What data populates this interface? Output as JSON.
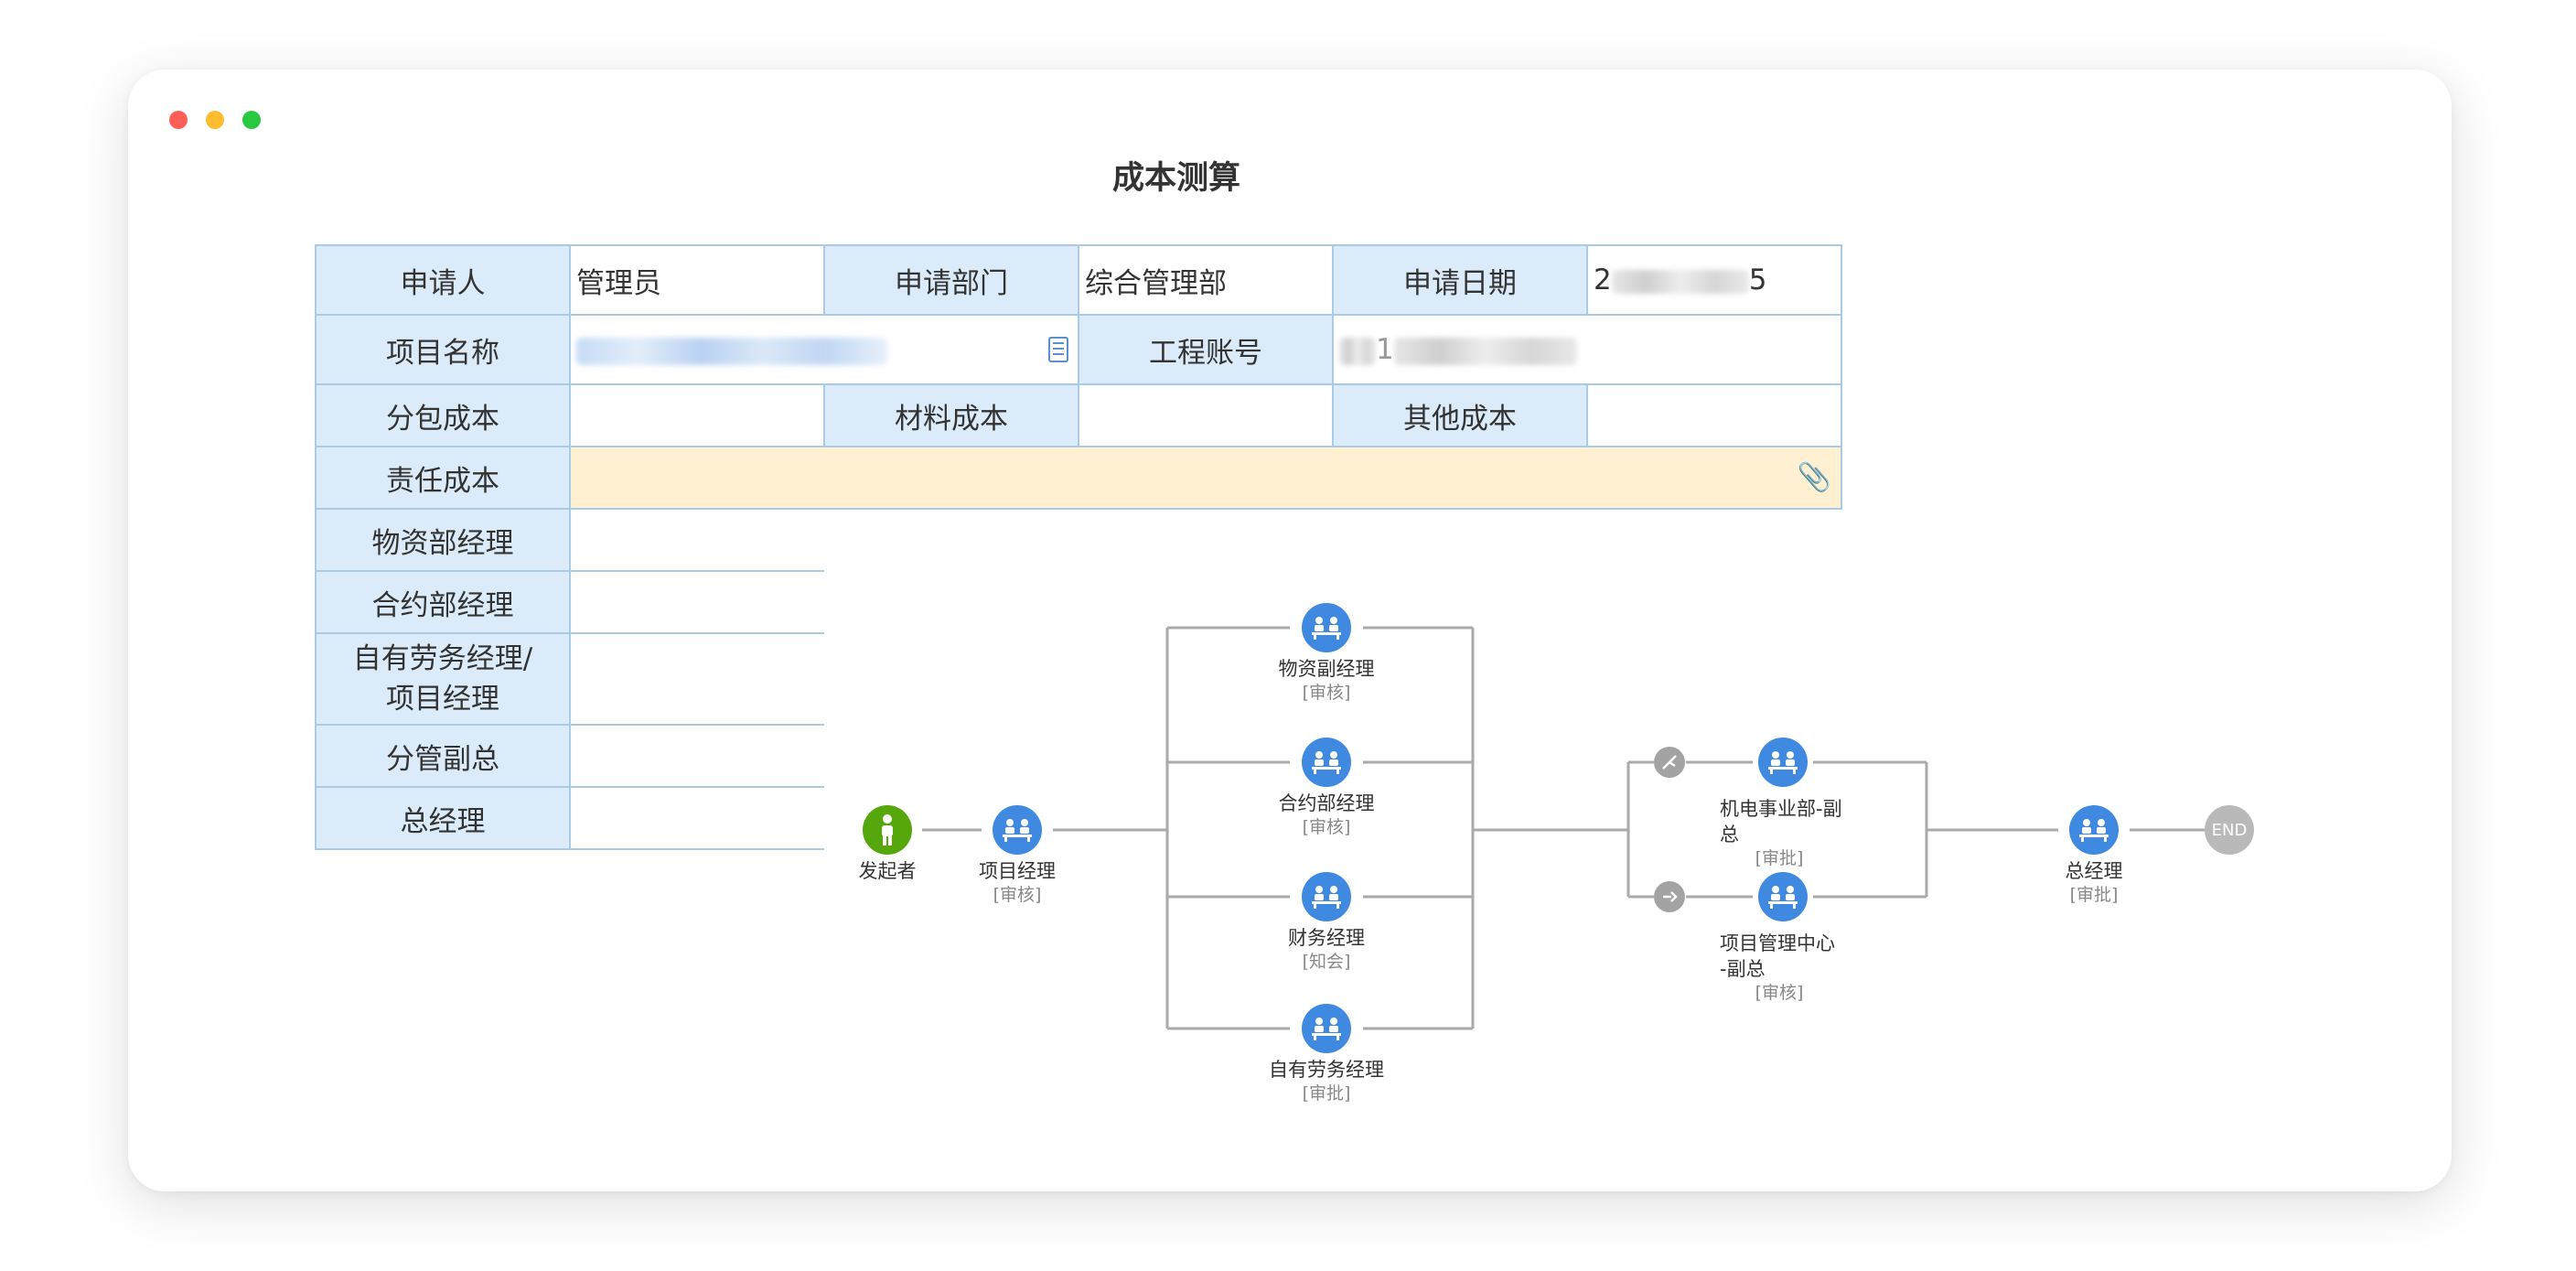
{
  "window": {
    "controls": [
      "close",
      "minimize",
      "maximize"
    ]
  },
  "form": {
    "title": "成本测算",
    "fields": {
      "applicant_label": "申请人",
      "applicant_value": "管理员",
      "dept_label": "申请部门",
      "dept_value": "综合管理部",
      "date_label": "申请日期",
      "date_value": "2",
      "date_value_tail": "5",
      "project_label": "项目名称",
      "account_label": "工程账号",
      "account_value": "1",
      "subcontract_label": "分包成本",
      "material_label": "材料成本",
      "other_label": "其他成本",
      "responsibility_label": "责任成本",
      "approver_labels": [
        "物资部经理",
        "合约部经理",
        "自有劳务经理/\n项目经理",
        "分管副总",
        "总经理"
      ]
    }
  },
  "workflow": {
    "nodes": [
      {
        "id": "starter",
        "label": "发起者",
        "type": ""
      },
      {
        "id": "pm",
        "label": "项目经理",
        "type": "[审核]"
      },
      {
        "id": "material-deputy",
        "label": "物资副经理",
        "type": "[审核]"
      },
      {
        "id": "contract-mgr",
        "label": "合约部经理",
        "type": "[审核]"
      },
      {
        "id": "finance-mgr",
        "label": "财务经理",
        "type": "[知会]"
      },
      {
        "id": "labor-mgr",
        "label": "自有劳务经理",
        "type": "[审批]"
      },
      {
        "id": "me-deputy",
        "label": "机电事业部-副\n总",
        "type": "[审批]"
      },
      {
        "id": "pmc-deputy",
        "label": "项目管理中心\n-副总",
        "type": "[审核]"
      },
      {
        "id": "gm",
        "label": "总经理",
        "type": "[审批]"
      },
      {
        "id": "end",
        "label": "END",
        "type": ""
      }
    ]
  },
  "colors": {
    "label_bg": "#dcebf9",
    "border": "#a9cbe6",
    "highlight_row": "#fff0d1",
    "node_blue": "#3f8ae0",
    "node_green": "#56a70c",
    "node_end": "#b9b9b9",
    "line": "#aaaaaa"
  }
}
